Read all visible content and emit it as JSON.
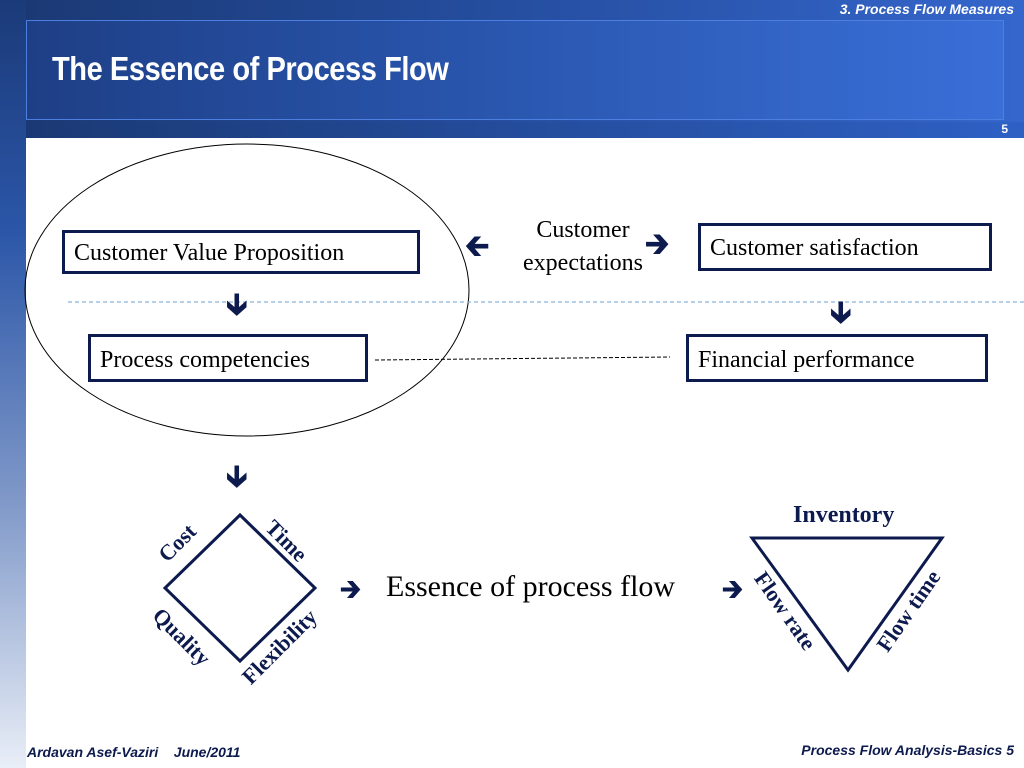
{
  "header": {
    "section_label": "3. Process Flow Measures",
    "title": "The Essence of Process Flow",
    "page_number": "5"
  },
  "diagram": {
    "customer_value_proposition": "Customer Value Proposition",
    "customer_expectations_line1": "Customer",
    "customer_expectations_line2": "expectations",
    "customer_satisfaction": "Customer satisfaction",
    "process_competencies": "Process competencies",
    "financial_performance": "Financial performance",
    "diamond": {
      "top_left": "Cost",
      "top_right": "Time",
      "bottom_left": "Quality",
      "bottom_right": "Flexibility"
    },
    "essence_label": "Essence of process flow",
    "triangle": {
      "top": "Inventory",
      "left": "Flow rate",
      "right": "Flow time"
    },
    "arrow_icons": {
      "left": "arrow-left-icon",
      "right": "arrow-right-icon",
      "down": "arrow-down-icon"
    }
  },
  "footer": {
    "author": "Ardavan Asef-Vaziri",
    "date": "June/2011",
    "course": "Process Flow Analysis-Basics",
    "page": "5"
  }
}
